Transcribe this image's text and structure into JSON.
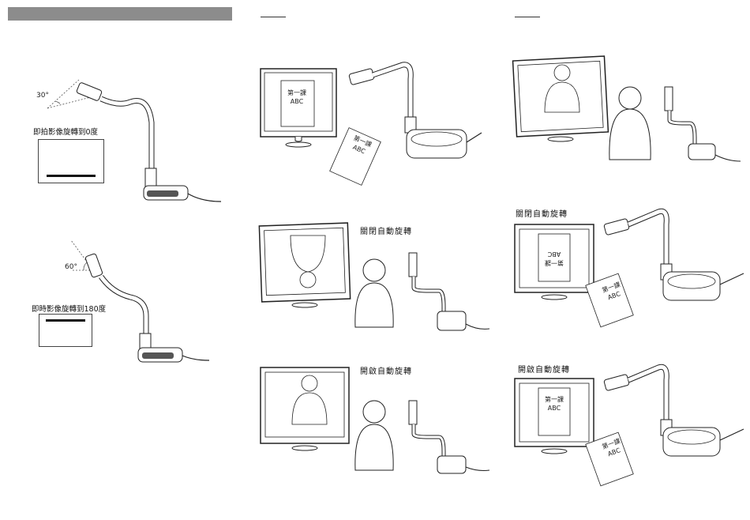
{
  "left": {
    "angle1": "30°",
    "caption1": "即拍影像旋轉到0度",
    "angle2": "60°",
    "caption2": "即時影像旋轉到180度"
  },
  "middle": {
    "doc_line1": "第一課",
    "doc_line2": "ABC",
    "label_off": "關閉自動旋轉",
    "label_on": "開啟自動旋轉"
  },
  "right": {
    "label_off": "關閉自動旋轉",
    "label_on": "開啟自動旋轉",
    "doc_line1": "第一課",
    "doc_line2": "ABC"
  }
}
